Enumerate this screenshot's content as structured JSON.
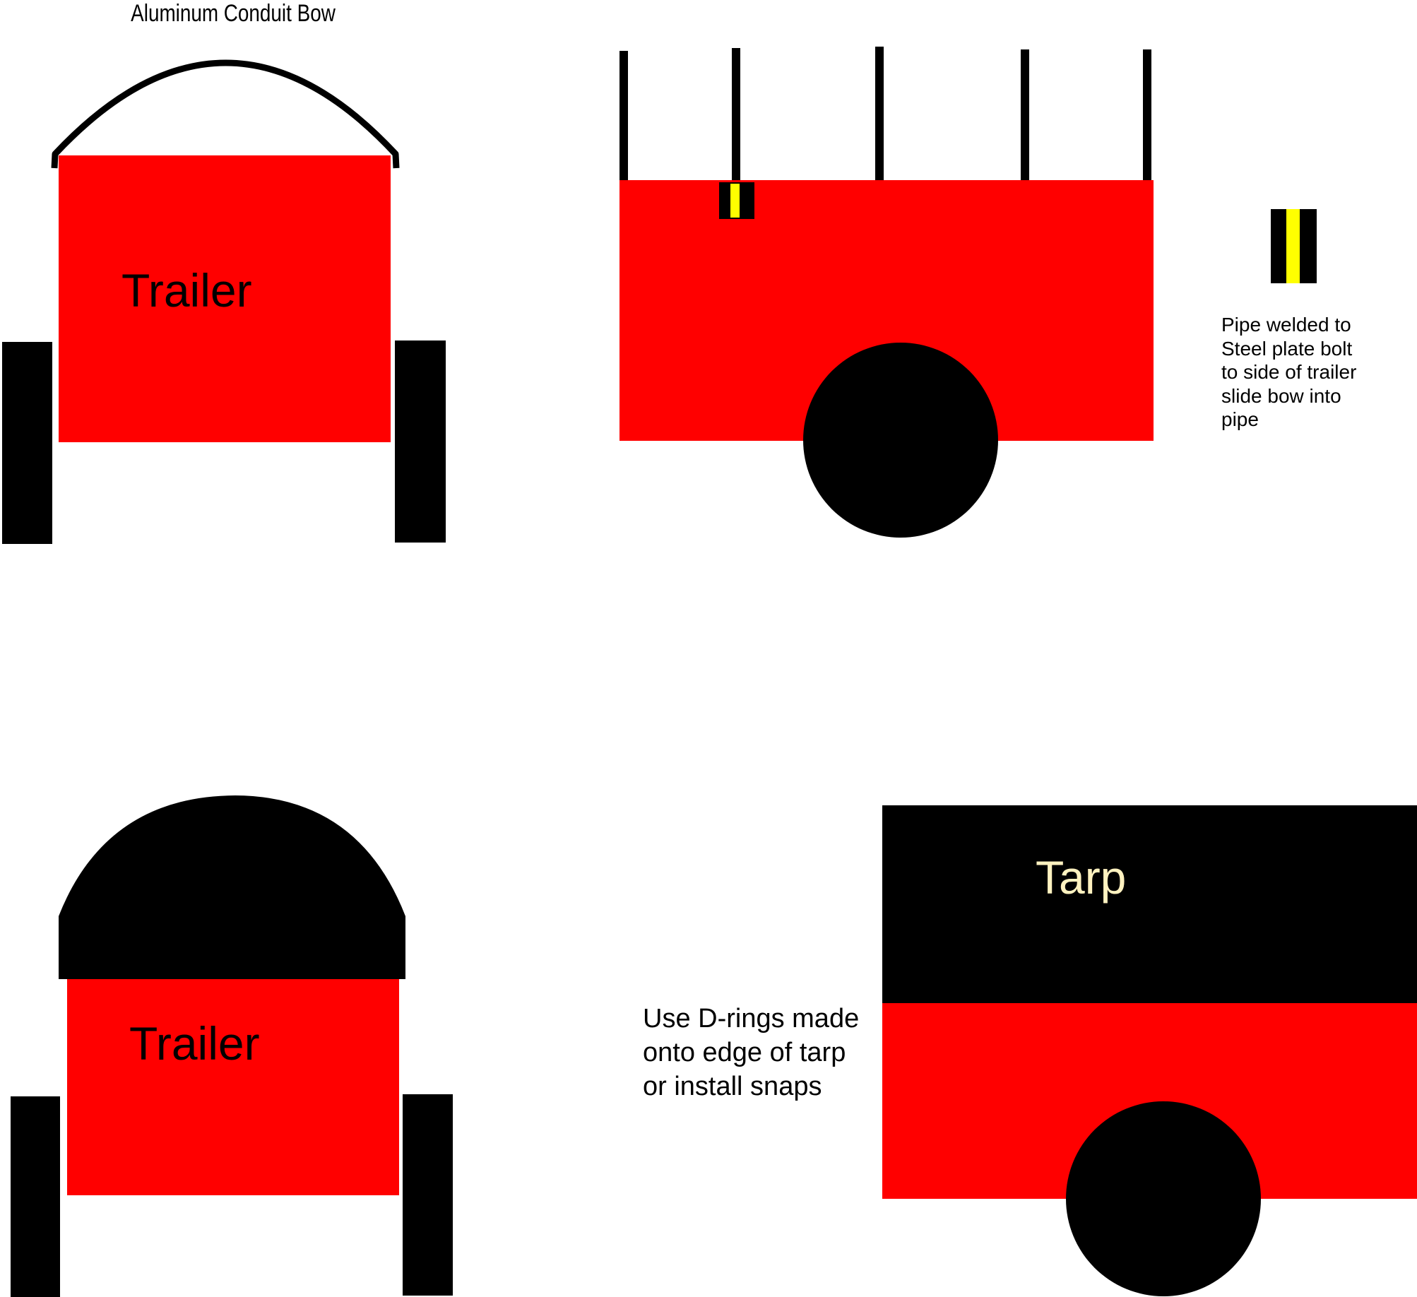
{
  "colors": {
    "trailer_body": "#ff0000",
    "wheel": "#000000",
    "bow": "#000000",
    "tarp": "#000000",
    "pipe_highlight": "#ffff00",
    "tarp_label": "#fff2c0",
    "text": "#000000",
    "background": "#ffffff"
  },
  "front_view_bow": {
    "bow_label": "Aluminum Conduit Bow",
    "trailer_label": "Trailer"
  },
  "side_view_bows": {
    "bow_count": 5,
    "pipe_note_lines": [
      "Pipe welded to",
      "Steel plate bolt",
      "to side of trailer",
      "slide bow into",
      "pipe"
    ]
  },
  "front_view_tarp": {
    "trailer_label": "Trailer"
  },
  "side_view_tarp": {
    "tarp_label": "Tarp",
    "note_lines": [
      "Use D-rings made",
      "onto edge of tarp",
      "or install snaps"
    ]
  }
}
